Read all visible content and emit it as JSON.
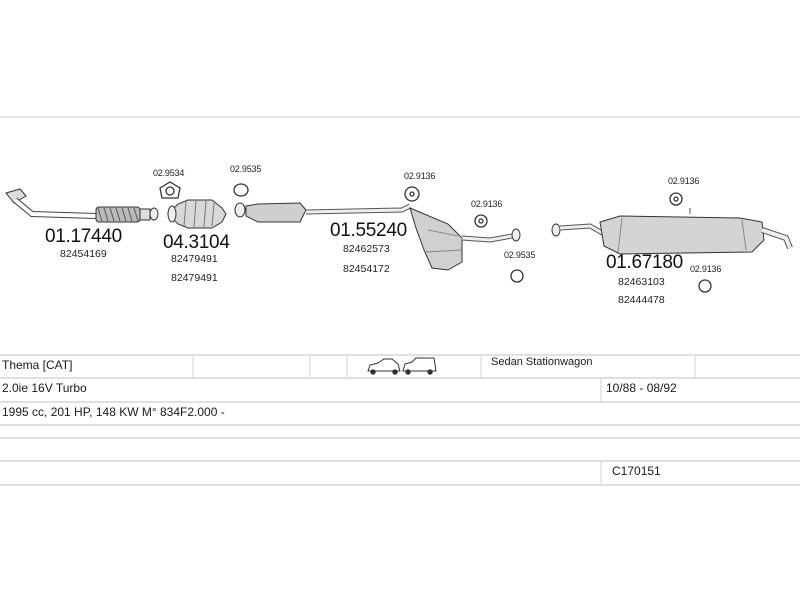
{
  "parts": {
    "p1": {
      "number": "01.17440",
      "refs": [
        "82454169"
      ]
    },
    "p2": {
      "number": "04.3104",
      "refs": [
        "82479491",
        "82479491"
      ]
    },
    "p3": {
      "number": "01.55240",
      "refs": [
        "82462573",
        "82454172"
      ]
    },
    "p4": {
      "number": "01.67180",
      "refs": [
        "82463103",
        "82444478"
      ]
    }
  },
  "small_parts": {
    "s1": "02.9534",
    "s2": "02.9535",
    "s3": "02.9136",
    "s4": "02.9136",
    "s5": "02.9535",
    "s6": "02.9136",
    "s7": "02.9136"
  },
  "table": {
    "model": "Thema  [CAT]",
    "body_types": "Sedan Stationwagon",
    "engine": "2.0ie 16V Turbo",
    "years": "10/88 - 08/92",
    "spec": "1995 cc, 201 HP, 148 KW M° 834F2.000 -",
    "code": "C170151",
    "car_icons": [
      "sedan-icon",
      "stationwagon-icon"
    ]
  }
}
